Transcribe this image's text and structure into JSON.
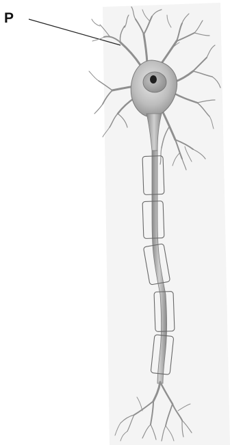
{
  "diagram": {
    "label": "P",
    "colors": {
      "membrane": "#a6a6a6",
      "membrane_light": "#dcdcdc",
      "membrane_dark": "#7a7a7a",
      "nucleus": "#9a9a9a",
      "nucleolus": "#1f1f1f",
      "outline": "#555555",
      "shadow_panel": "#f3f3f3",
      "leader_line": "#222222"
    },
    "parts": [
      "cell-body",
      "nucleus",
      "dendrites",
      "axon",
      "myelin-sheath-segments",
      "axon-terminals"
    ]
  }
}
